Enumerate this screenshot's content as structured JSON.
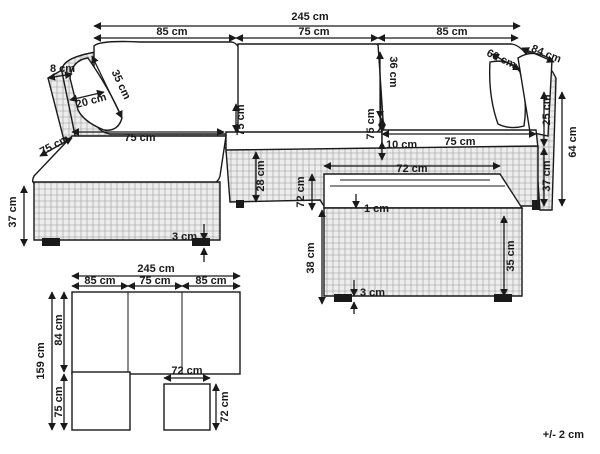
{
  "diagram": {
    "colors": {
      "ink": "#1a1a1a",
      "background": "#ffffff",
      "wicker_fill": "#e6e6e6"
    },
    "sofa_view": {
      "overall_width": "245 cm",
      "left_section": "85 cm",
      "middle_section": "75 cm",
      "right_section": "85 cm",
      "corner_depth": "84 cm",
      "corner_cushion": "60 cm",
      "arm_width": "8 cm",
      "pillow_height": "35 cm",
      "pillow_depth": "20 cm",
      "back_cushion_height": "36 cm",
      "seat_depth": "75 cm",
      "seat_height": "28 cm",
      "right_seat_depth": "75 cm",
      "right_seat_depth_2": "75 cm",
      "armrest_height": "25 cm",
      "base_height": "37 cm",
      "total_height": "64 cm",
      "arm_offset": "10 cm"
    },
    "ottoman_view": {
      "top_depth": "75 cm",
      "top_width": "75 cm",
      "height": "37 cm",
      "leg_height": "3 cm"
    },
    "table_view": {
      "top_width": "72 cm",
      "top_depth": "72 cm",
      "glass_thickness": "1 cm",
      "body_height": "35 cm",
      "total_height": "38 cm",
      "leg_height": "3 cm"
    },
    "plan_view": {
      "overall_width": "245 cm",
      "left_section": "85 cm",
      "middle_section": "75 cm",
      "right_section": "85 cm",
      "total_depth": "159 cm",
      "sofa_depth": "84 cm",
      "ottoman_depth": "75 cm",
      "table_width": "72 cm",
      "table_depth": "72 cm"
    },
    "tolerance": "+/- 2 cm"
  }
}
